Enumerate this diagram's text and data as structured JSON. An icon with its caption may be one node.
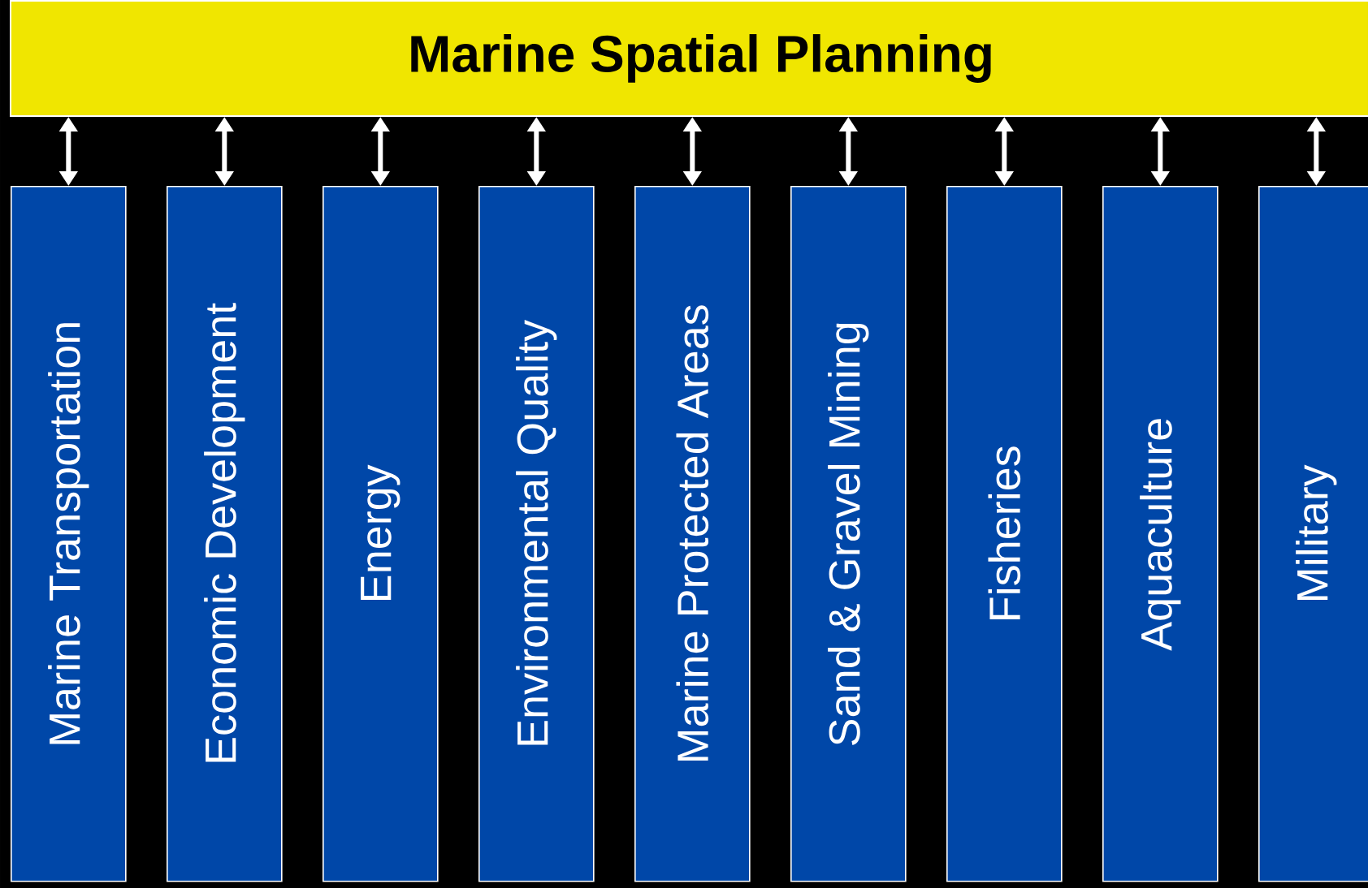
{
  "diagram": {
    "nodes": [
      {
        "text": [
          "Marine Spatial Planning"
        ]
      },
      {
        "text": [
          "Marine Transportation"
        ]
      },
      {
        "text": [
          "Economic Development"
        ]
      },
      {
        "text": [
          "Energy"
        ]
      },
      {
        "text": [
          "Environmental Quality"
        ]
      },
      {
        "text": [
          "Marine Protected Areas"
        ]
      },
      {
        "text": [
          "Sand & Gravel Mining"
        ]
      },
      {
        "text": [
          "Fisheries"
        ]
      },
      {
        "text": [
          "Aquaculture"
        ]
      },
      {
        "text": [
          "Military"
        ]
      }
    ],
    "edges": [
      {
        "from": 0,
        "to": 1,
        "arrow": "both"
      },
      {
        "from": 0,
        "to": 2,
        "arrow": "both"
      },
      {
        "from": 0,
        "to": 3,
        "arrow": "both"
      },
      {
        "from": 0,
        "to": 4,
        "arrow": "both"
      },
      {
        "from": 0,
        "to": 5,
        "arrow": "both"
      },
      {
        "from": 0,
        "to": 6,
        "arrow": "both"
      },
      {
        "from": 0,
        "to": 7,
        "arrow": "both"
      },
      {
        "from": 0,
        "to": 8,
        "arrow": "both"
      },
      {
        "from": 0,
        "to": 9,
        "arrow": "both"
      }
    ]
  }
}
